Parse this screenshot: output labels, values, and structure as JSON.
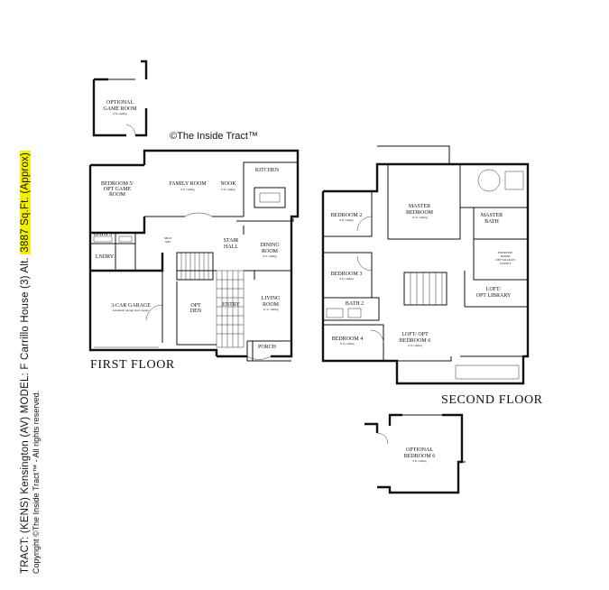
{
  "caption": {
    "prefix": "TRACT: (KENS) Kensington (AV)  MODEL: F Carrillo House (3) Alt. ",
    "sqft": "3887 Sq.Ft. (Approx)",
    "copyright_line": "Copyright ©The Inside Tract™ - All rights reserved."
  },
  "watermark": "©The Inside Tract™",
  "floors": {
    "first": "FIRST FLOOR",
    "second": "SECOND FLOOR"
  },
  "rooms": {
    "optional_game_room": {
      "name1": "OPTIONAL",
      "name2": "GAME ROOM",
      "note": "9 ft. ceiling"
    },
    "family_room": {
      "name": "FAMILY ROOM",
      "note": "9 ft. ceiling"
    },
    "nook": {
      "name": "NOOK",
      "note": "9 ft. ceiling"
    },
    "kitchen": {
      "name": "KITCHEN"
    },
    "bedroom5": {
      "name1": "BEDROOM 5/",
      "name2": "OPT GAME",
      "name3": "ROOM"
    },
    "bath3": {
      "name": "BATH 3"
    },
    "lndry": {
      "name": "LNDRY"
    },
    "mud_rm": {
      "name1": "MUD",
      "name2": "RM"
    },
    "stair_hall": {
      "name1": "STAIR",
      "name2": "HALL"
    },
    "dining_room": {
      "name1": "DINING",
      "name2": "ROOM",
      "note": "9 ft. ceiling"
    },
    "garage": {
      "name": "3-CAR GARAGE",
      "note": "automatic garage door opener"
    },
    "opt_den": {
      "name1": "OPT",
      "name2": "DEN"
    },
    "entry": {
      "name": "ENTRY"
    },
    "living_room": {
      "name1": "LIVING",
      "name2": "ROOM",
      "note": "11 ft. ceiling"
    },
    "porch": {
      "name": "PORCH"
    },
    "bedroom2": {
      "name": "BEDROOM 2",
      "note": "9 ft. ceiling"
    },
    "master_bedroom": {
      "name1": "MASTER",
      "name2": "BEDROOM",
      "note": "12 ft. ceiling"
    },
    "master_bath": {
      "name1": "MASTER",
      "name2": "BATH"
    },
    "exercise_room": {
      "name1": "EXERCISE",
      "name2": "ROOM",
      "name3": "OPT WALK-IN",
      "name4": "CLOSET"
    },
    "bedroom3": {
      "name": "BEDROOM 3",
      "note": "9 ft. ceiling"
    },
    "bath2": {
      "name": "BATH 2"
    },
    "loft_library": {
      "name1": "LOFT/",
      "name2": "OPT LIBRARY"
    },
    "bedroom4": {
      "name": "BEDROOM 4",
      "note": "9 ft. ceiling"
    },
    "loft_bedroom6": {
      "name1": "LOFT/ OPT",
      "name2": "BEDROOM 6",
      "note": "9 ft. ceiling"
    },
    "optional_bedroom6": {
      "name1": "OPTIONAL",
      "name2": "BEDROOM 6",
      "note": "9 ft. ceiling"
    }
  }
}
